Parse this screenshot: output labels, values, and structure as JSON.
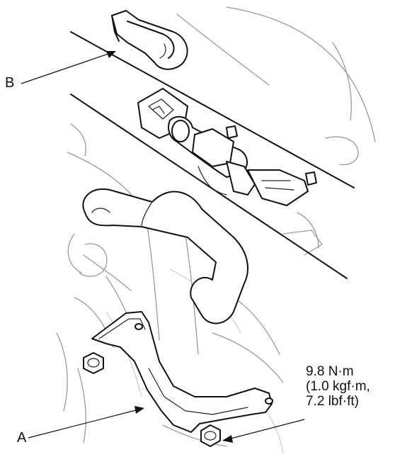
{
  "callouts": {
    "a": "A",
    "b": "B"
  },
  "torque_spec": {
    "line1": "9.8 N·m",
    "line2": "(1.0 kgf·m,",
    "line3": "7.2 lbf·ft)"
  },
  "colors": {
    "ink": "#111111",
    "ghost": "#9a9a9a",
    "background": "#ffffff"
  }
}
